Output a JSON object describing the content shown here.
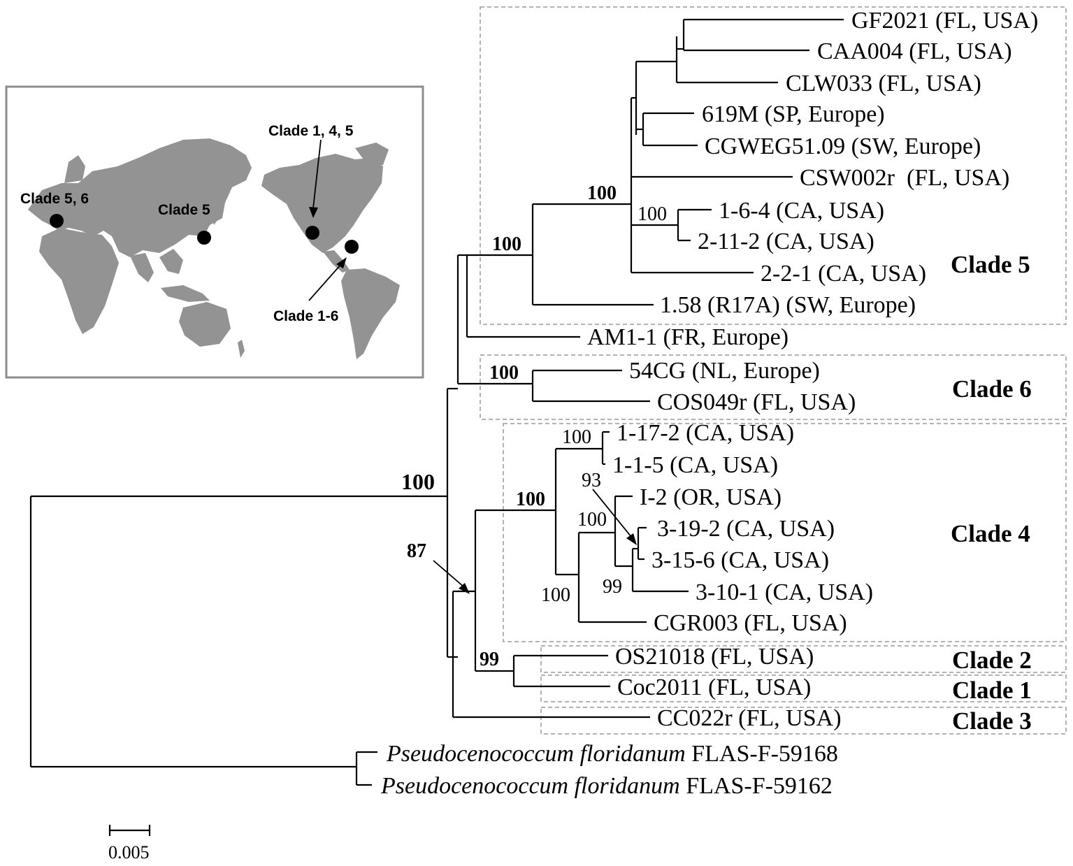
{
  "tips": {
    "gf2021": "GF2021 (FL, USA)",
    "caa004": "CAA004 (FL, USA)",
    "clw033": "CLW033 (FL, USA)",
    "m619": "619M (SP, Europe)",
    "cgweg": "CGWEG51.09 (SW, Europe)",
    "csw002r": "CSW002r  (FL, USA)",
    "t164": "1-6-4 (CA, USA)",
    "t2112": "2-11-2 (CA, USA)",
    "t221": "2-2-1 (CA, USA)",
    "t158": "1.58 (R17A) (SW, Europe)",
    "am11": "AM1-1 (FR, Europe)",
    "cg54": "54CG (NL, Europe)",
    "cos049r": "COS049r (FL, USA)",
    "t1172": "1-17-2 (CA, USA)",
    "t115": "1-1-5 (CA, USA)",
    "i2": "I-2 (OR, USA)",
    "t3192": "3-19-2 (CA, USA)",
    "t3156": "3-15-6 (CA, USA)",
    "t3101": "3-10-1 (CA, USA)",
    "cgr003": "CGR003 (FL, USA)",
    "os21018": "OS21018 (FL, USA)",
    "coc2011": "Coc2011 (FL, USA)",
    "cc022r": "CC022r (FL, USA)",
    "pseudo_genus": "Pseudocenococcum floridanum",
    "pseudo1_code": " FLAS-F-59168",
    "pseudo2_code": " FLAS-F-59162"
  },
  "support": {
    "root": "100",
    "clade5_outer": "100",
    "clade5_inner": "100",
    "ca_pair": "100",
    "clade6": "100",
    "node87": "87",
    "clade4": "100",
    "pair1172": "100",
    "node93": "93",
    "node100a": "100",
    "node99a": "99",
    "node100b": "100",
    "clade12": "99"
  },
  "clades": {
    "c5": "Clade 5",
    "c6": "Clade 6",
    "c4": "Clade 4",
    "c2": "Clade 2",
    "c1": "Clade 1",
    "c3": "Clade 3"
  },
  "map": {
    "label_c56": "Clade 5, 6",
    "label_c5": "Clade 5",
    "label_c145": "Clade 1, 4, 5",
    "label_c16": "Clade 1-6"
  },
  "scale": {
    "label": "0.005"
  },
  "colors": {
    "branch": "#000000",
    "box_dash": "#9a9a9a",
    "map_land": "#939393",
    "map_frame": "#8c8c8c"
  }
}
